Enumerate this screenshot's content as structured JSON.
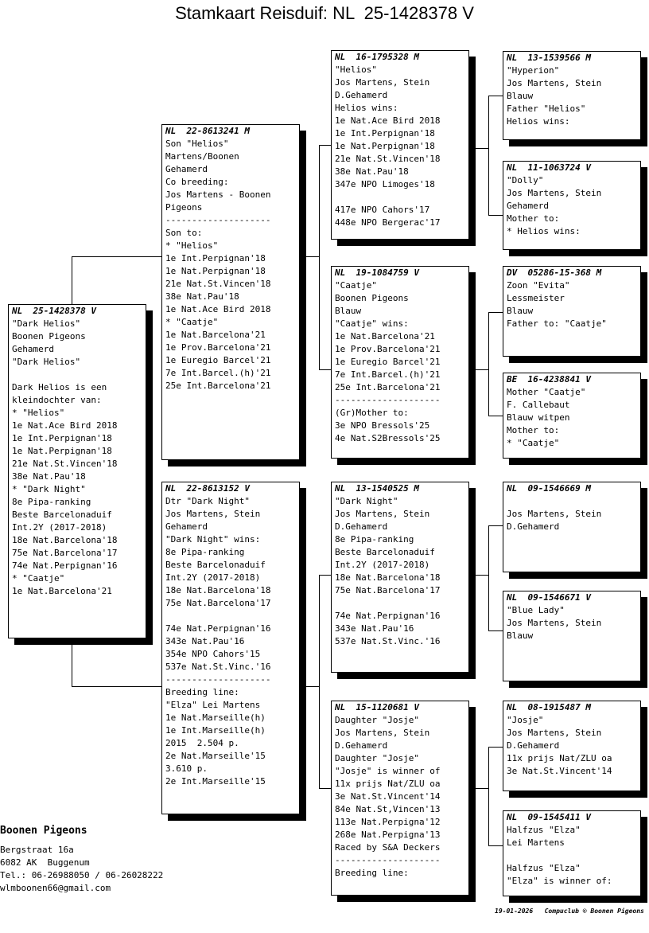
{
  "title": "Stamkaart Reisduif: NL  25-1428378 V",
  "cards": {
    "subject": {
      "header": "NL  25-1428378 V",
      "lines": [
        "\"Dark Helios\"",
        "Boonen Pigeons",
        "Gehamerd",
        "\"Dark Helios\"",
        "",
        "Dark Helios is een",
        "kleindochter van:",
        "* \"Helios\"",
        "1e Nat.Ace Bird 2018",
        "1e Int.Perpignan'18",
        "1e Nat.Perpignan'18",
        "21e Nat.St.Vincen'18",
        "38e Nat.Pau'18",
        "* \"Dark Night\"",
        "8e Pipa-ranking",
        "Beste Barcelonaduif",
        "Int.2Y (2017-2018)",
        "18e Nat.Barcelona'18",
        "75e Nat.Barcelona'17",
        "74e Nat.Perpignan'16",
        "* \"Caatje\"",
        "1e Nat.Barcelona'21"
      ]
    },
    "father": {
      "header": "NL  22-8613241 M",
      "lines": [
        "Son \"Helios\"",
        "Martens/Boonen",
        "Gehamerd",
        "Co breeding:",
        "Jos Martens - Boonen",
        "Pigeons",
        "--------------------",
        "Son to:",
        "* \"Helios\"",
        "1e Int.Perpignan'18",
        "1e Nat.Perpignan'18",
        "21e Nat.St.Vincen'18",
        "38e Nat.Pau'18",
        "1e Nat.Ace Bird 2018",
        "* \"Caatje\"",
        "1e Nat.Barcelona'21",
        "1e Prov.Barcelona'21",
        "1e Euregio Barcel'21",
        "7e Int.Barcel.(h)'21",
        "25e Int.Barcelona'21"
      ]
    },
    "mother": {
      "header": "NL  22-8613152 V",
      "lines": [
        "Dtr \"Dark Night\"",
        "Jos Martens, Stein",
        "Gehamerd",
        "\"Dark Night\" wins:",
        "8e Pipa-ranking",
        "Beste Barcelonaduif",
        "Int.2Y (2017-2018)",
        "18e Nat.Barcelona'18",
        "75e Nat.Barcelona'17",
        "",
        "74e Nat.Perpignan'16",
        "343e Nat.Pau'16",
        "354e NPO Cahors'15",
        "537e Nat.St.Vinc.'16",
        "--------------------",
        "Breeding line:",
        "\"Elza\" Lei Martens",
        "1e Nat.Marseille(h)",
        "1e Int.Marseille(h)",
        "2015  2.504 p.",
        "2e Nat.Marseille'15",
        "3.610 p.",
        "2e Int.Marseille'15"
      ]
    },
    "ff": {
      "header": "NL  16-1795328 M",
      "lines": [
        "\"Helios\"",
        "Jos Martens, Stein",
        "D.Gehamerd",
        "Helios wins:",
        "1e Nat.Ace Bird 2018",
        "1e Int.Perpignan'18",
        "1e Nat.Perpignan'18",
        "21e Nat.St.Vincen'18",
        "38e Nat.Pau'18",
        "347e NPO Limoges'18",
        "",
        "417e NPO Cahors'17",
        "448e NPO Bergerac'17"
      ]
    },
    "fm": {
      "header": "NL  19-1084759 V",
      "lines": [
        "\"Caatje\"",
        "Boonen Pigeons",
        "Blauw",
        "\"Caatje\" wins:",
        "1e Nat.Barcelona'21",
        "1e Prov.Barcelona'21",
        "1e Euregio Barcel'21",
        "7e Int.Barcel.(h)'21",
        "25e Int.Barcelona'21",
        "--------------------",
        "(Gr)Mother to:",
        "3e NPO Bressols'25",
        "4e Nat.S2Bressols'25"
      ]
    },
    "mf": {
      "header": "NL  13-1540525 M",
      "lines": [
        "\"Dark Night\"",
        "Jos Martens, Stein",
        "D.Gehamerd",
        "8e Pipa-ranking",
        "Beste Barcelonaduif",
        "Int.2Y (2017-2018)",
        "18e Nat.Barcelona'18",
        "75e Nat.Barcelona'17",
        "",
        "74e Nat.Perpignan'16",
        "343e Nat.Pau'16",
        "537e Nat.St.Vinc.'16"
      ]
    },
    "mm": {
      "header": "NL  15-1120681 V",
      "lines": [
        "Daughter \"Josje\"",
        "Jos Martens, Stein",
        "D.Gehamerd",
        "Daughter \"Josje\"",
        "\"Josje\" is winner of",
        "11x prijs Nat/ZLU oa",
        "3e Nat.St.Vincent'14",
        "84e Nat.St,Vincen'13",
        "113e Nat.Perpigna'12",
        "268e Nat.Perpigna'13",
        "Raced by S&A Deckers",
        "--------------------",
        "Breeding line:"
      ]
    },
    "fff": {
      "header": "NL  13-1539566 M",
      "lines": [
        "\"Hyperion\"",
        "Jos Martens, Stein",
        "Blauw",
        "Father \"Helios\"",
        "Helios wins:"
      ]
    },
    "ffm": {
      "header": "NL  11-1063724 V",
      "lines": [
        "\"Dolly\"",
        "Jos Martens, Stein",
        "Gehamerd",
        "Mother to:",
        "* Helios wins:"
      ]
    },
    "fmf": {
      "header": "DV  05286-15-368 M",
      "lines": [
        "Zoon \"Evita\"",
        "Lessmeister",
        "Blauw",
        "Father to: \"Caatje\""
      ]
    },
    "fmm": {
      "header": "BE  16-4238841 V",
      "lines": [
        "Mother \"Caatje\"",
        "F. Callebaut",
        "Blauw witpen",
        "Mother to:",
        "* \"Caatje\""
      ]
    },
    "mff": {
      "header": "NL  09-1546669 M",
      "lines": [
        "",
        "Jos Martens, Stein",
        "D.Gehamerd"
      ]
    },
    "mfm": {
      "header": "NL  09-1546671 V",
      "lines": [
        "\"Blue Lady\"",
        "Jos Martens, Stein",
        "Blauw"
      ]
    },
    "mmf": {
      "header": "NL  08-1915487 M",
      "lines": [
        "\"Josje\"",
        "Jos Martens, Stein",
        "D.Gehamerd",
        "11x prijs Nat/ZLU oa",
        "3e Nat.St.Vincent'14"
      ]
    },
    "mmm": {
      "header": "NL  09-1545411 V",
      "lines": [
        "Halfzus \"Elza\"",
        "Lei Martens",
        "",
        "Halfzus \"Elza\"",
        "\"Elza\" is winner of:"
      ]
    }
  },
  "breeder": {
    "name": "Boonen Pigeons",
    "street": "Bergstraat 16a",
    "city": "6082 AK  Buggenum",
    "phone": "Tel.: 06-26988050 / 06-26028222",
    "email": "wlmboonen66@gmail.com"
  },
  "footer": "19-01-2026   Compuclub © Boonen Pigeons"
}
